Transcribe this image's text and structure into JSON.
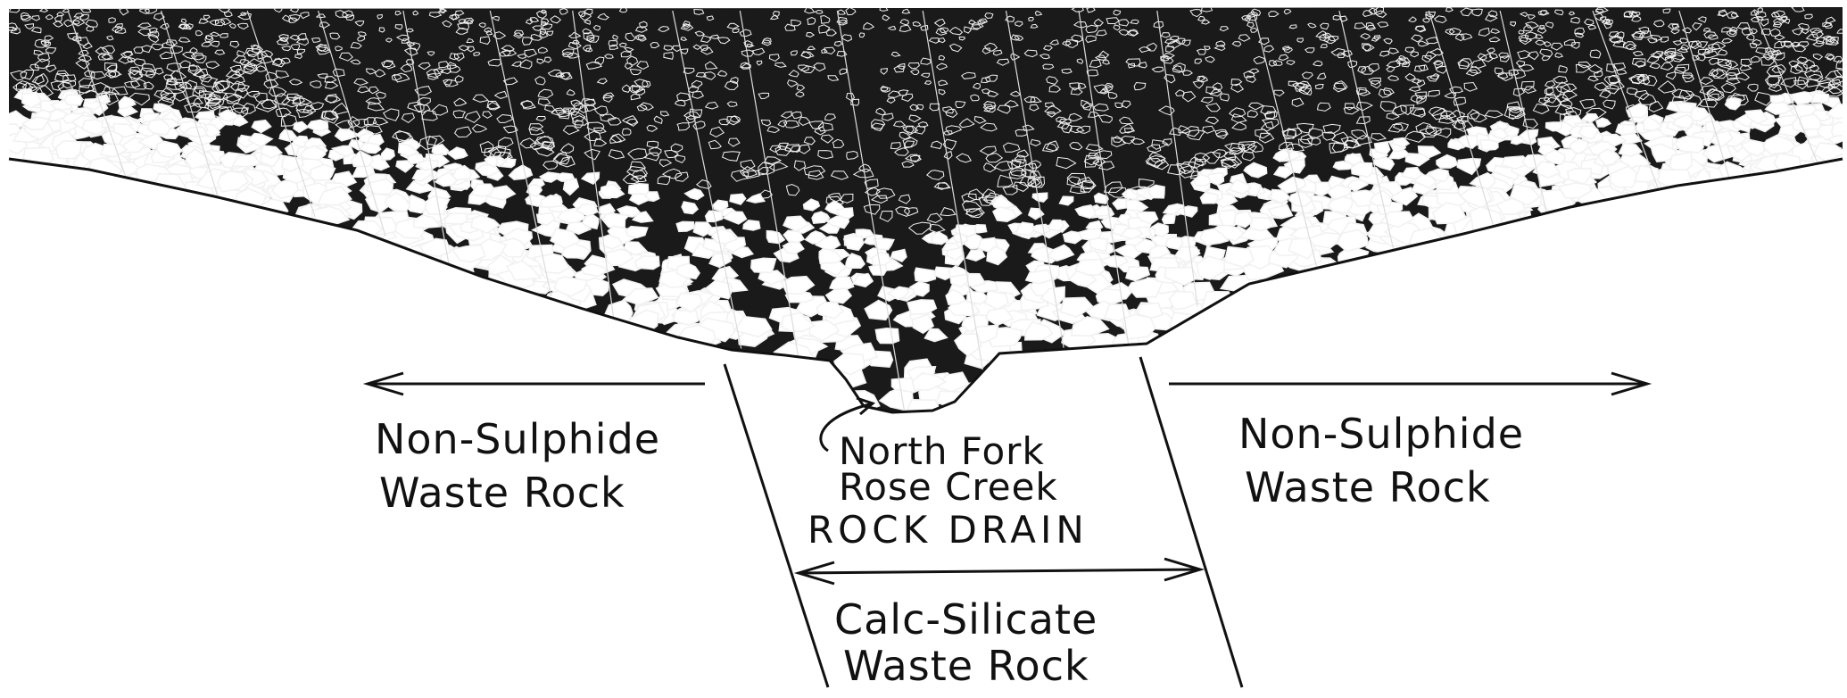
{
  "diagram": {
    "labels": {
      "left_zone": [
        "Non-Sulphide",
        "Waste Rock"
      ],
      "right_zone": [
        "Non-Sulphide",
        "Waste Rock"
      ],
      "creek": [
        "North Fork",
        "Rose Creek"
      ],
      "drain": "ROCK DRAIN",
      "center_zone": [
        "Calc-Silicate",
        "Waste Rock"
      ]
    },
    "colors": {
      "ink": "#111111",
      "rock_fill": "#1a1a1a",
      "background": "#ffffff"
    }
  }
}
